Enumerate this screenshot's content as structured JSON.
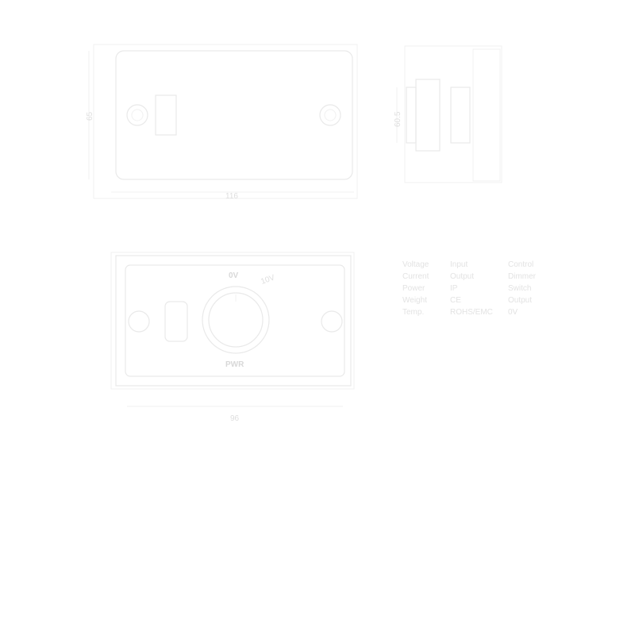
{
  "front_view": {
    "width_label": "116",
    "height_label": "65"
  },
  "side_view": {
    "height_label": "60.5"
  },
  "dimmer_view": {
    "knob_label": "0V",
    "max_label": "10V",
    "mode_label": "PWR",
    "footer_label": "96"
  },
  "spec_table": {
    "rows": [
      [
        "Voltage",
        "Input",
        "Control"
      ],
      [
        "Current",
        "Output",
        "Dimmer"
      ],
      [
        "Power",
        "IP",
        "Switch"
      ],
      [
        "Weight",
        "CE",
        "Output"
      ],
      [
        "Temp.",
        "ROHS/EMC",
        "0V"
      ]
    ]
  }
}
